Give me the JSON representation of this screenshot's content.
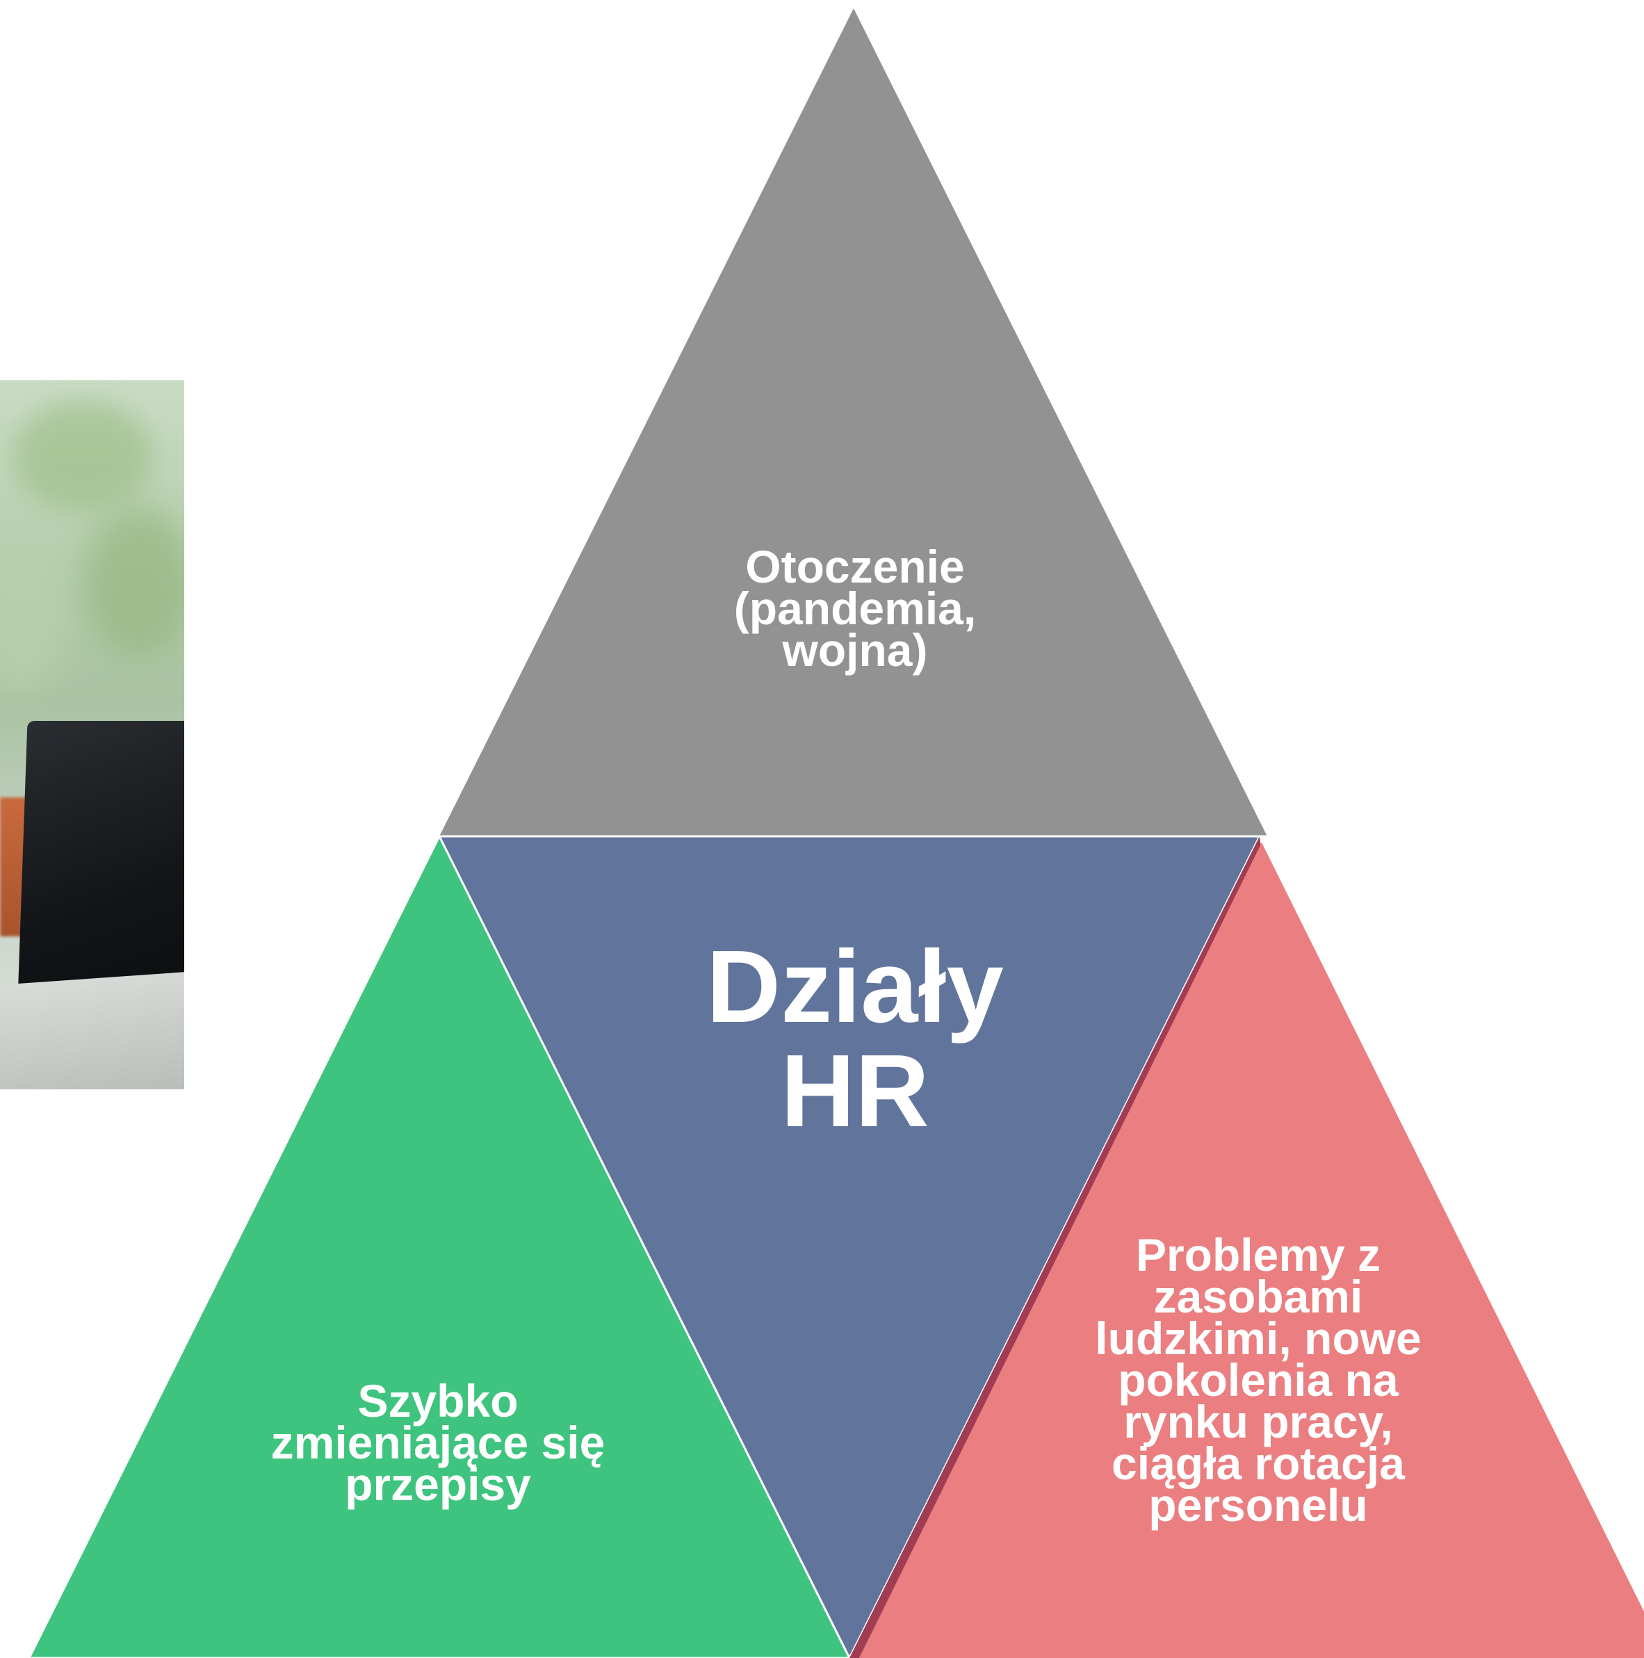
{
  "colors": {
    "top": "#929292",
    "center": "#61749b",
    "left": "#3ec47e",
    "right": "#ea7e80",
    "right_edge": "#a13c52",
    "text": "#ffffff"
  },
  "diagram": {
    "top": {
      "label": "Otoczenie\n(pandemia,\nwojna)"
    },
    "center": {
      "label": "Działy\nHR"
    },
    "left": {
      "label": "Szybko\nzmieniające się\nprzepisy"
    },
    "right": {
      "label": "Problemy z\nzasobami\nludzkimi, nowe\npokolenia na\nrynku pracy,\nciągła rotacja\npersonelu"
    }
  }
}
